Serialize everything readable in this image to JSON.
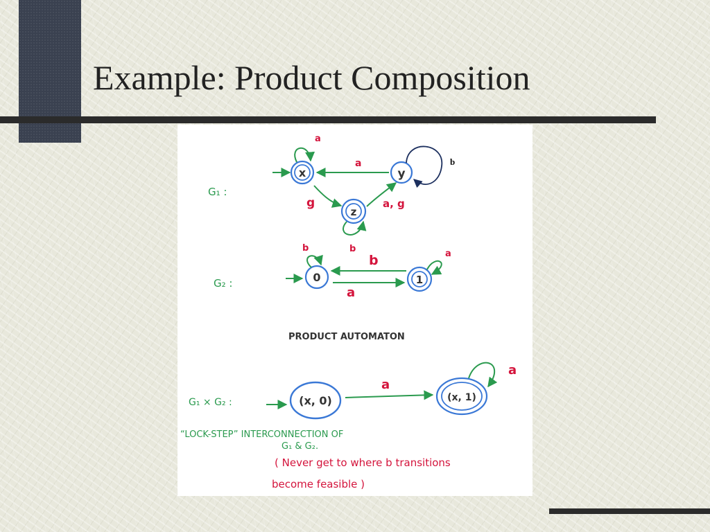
{
  "slide": {
    "title": "Example: Product Composition"
  },
  "g1": {
    "label": "G₁ :",
    "states": {
      "x": "x",
      "y": "y",
      "z": "z"
    },
    "edges": {
      "x_self": "a",
      "y_to_x": "a",
      "y_self": "b",
      "x_to_z": "g",
      "z_to_y": "a, g",
      "z_self": "b"
    }
  },
  "g2": {
    "label": "G₂ :",
    "states": {
      "s0": "0",
      "s1": "1"
    },
    "edges": {
      "s0_self": "b",
      "s1_to_s0": "b",
      "s1_self": "a",
      "s0_to_s1": "a"
    }
  },
  "product": {
    "heading": "PRODUCT AUTOMATON",
    "label": "G₁ × G₂ :",
    "states": {
      "x0": "(x, 0)",
      "x1": "(x, 1)"
    },
    "edges": {
      "x0_to_x1": "a",
      "x1_self": "a"
    }
  },
  "notes": {
    "lockstep_line1": "“LOCK-STEP” INTERCONNECTION OF",
    "lockstep_line2": "G₁ & G₂.",
    "never_line1": "( Never get to where b transitions",
    "never_line2": "become feasible )"
  },
  "colors": {
    "state": "#3a78d6",
    "arrow": "#2a9a4e",
    "label_red": "#d4143c",
    "label_green": "#2a9a4e",
    "ink": "#333333",
    "added_arrow": "#1c2f5e"
  }
}
